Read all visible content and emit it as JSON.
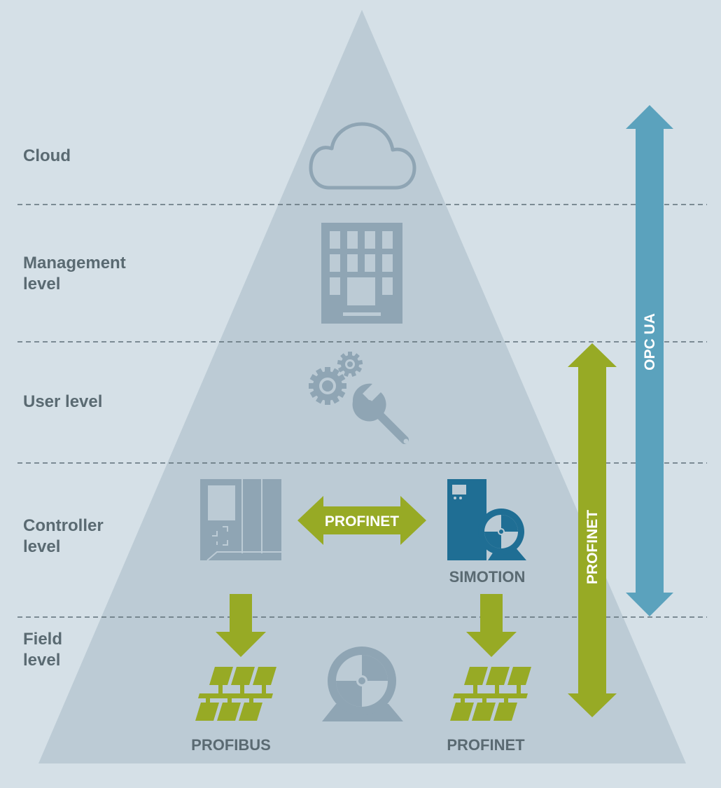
{
  "levels": {
    "cloud": "Cloud",
    "management_line1": "Management",
    "management_line2": "level",
    "user": "User level",
    "controller_line1": "Controller",
    "controller_line2": "level",
    "field_line1": "Field",
    "field_line2": "level"
  },
  "labels": {
    "profinet_horizontal": "PROFINET",
    "simotion": "SIMOTION",
    "profinet_vertical": "PROFINET",
    "opc_ua": "OPC UA",
    "profibus": "PROFIBUS",
    "profinet_field": "PROFINET"
  },
  "colors": {
    "background": "#d5e0e7",
    "pyramid": "#bccbd5",
    "icon_gray": "#8fa5b4",
    "green": "#97aa25",
    "blue": "#5ba2bd",
    "petrol": "#1f6e94",
    "text": "#5a6a72"
  },
  "icons": {
    "cloud": "cloud-icon",
    "management": "office-building-icon",
    "user": "gears-wrench-icon",
    "controller": "plc-controller-icon",
    "simotion": "motion-controller-icon",
    "field_profibus": "field-devices-icon",
    "field_motor": "motor-icon",
    "field_profinet": "field-devices-icon"
  }
}
